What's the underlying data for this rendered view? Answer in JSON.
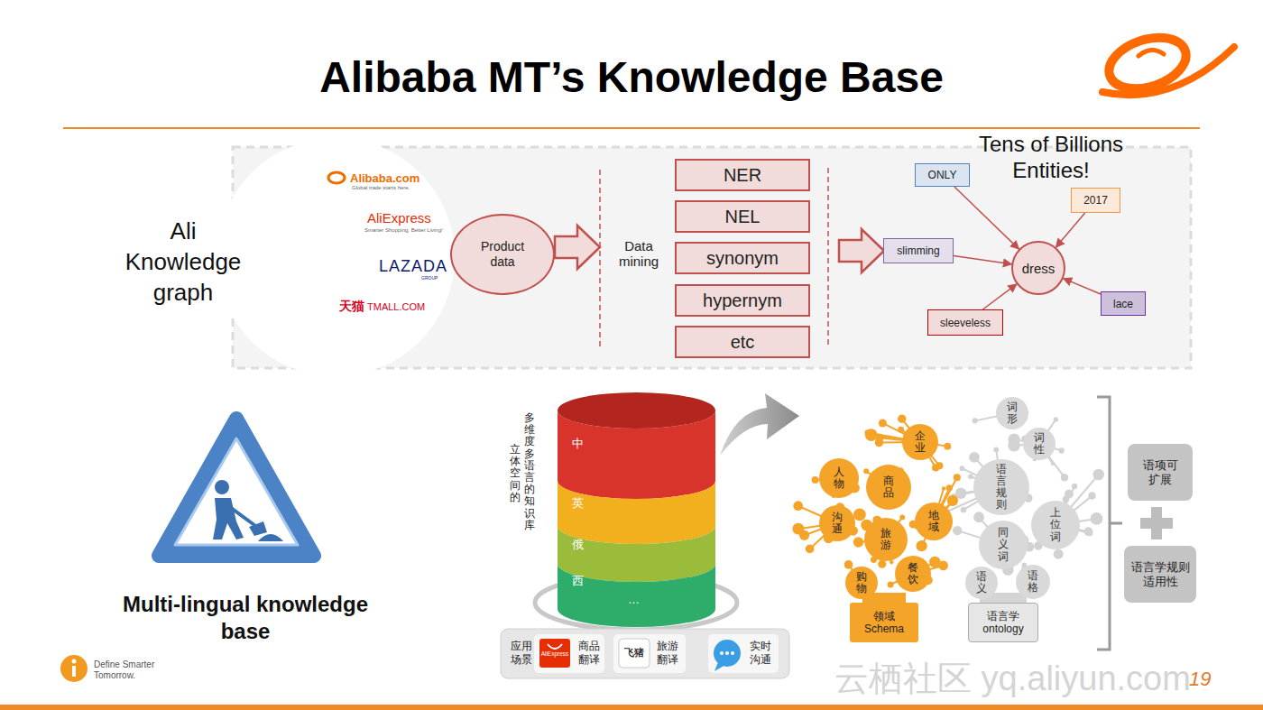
{
  "diagram": {
    "title": "Alibaba MT’s Knowledge Base",
    "nodes": [
      {
        "text": [
          "Product data"
        ]
      },
      {
        "text": [
          "NER"
        ]
      },
      {
        "text": [
          "NEL"
        ]
      },
      {
        "text": [
          "synonym"
        ]
      },
      {
        "text": [
          "hypernym"
        ]
      },
      {
        "text": [
          "etc"
        ]
      },
      {
        "text": [
          "ONLY"
        ]
      },
      {
        "text": [
          "2017"
        ]
      },
      {
        "text": [
          "slimming"
        ]
      },
      {
        "text": [
          "dress"
        ]
      },
      {
        "text": [
          "lace"
        ]
      },
      {
        "text": [
          "sleeveless"
        ]
      },
      {
        "text": [
          "中"
        ]
      },
      {
        "text": [
          "英"
        ]
      },
      {
        "text": [
          "俄"
        ]
      },
      {
        "text": [
          "西",
          "…"
        ]
      },
      {
        "text": [
          "应用场景",
          "商品翻译",
          "旅游翻译",
          "实时沟通"
        ]
      },
      {
        "text": [
          "人物"
        ]
      },
      {
        "text": [
          "商品"
        ]
      },
      {
        "text": [
          "企业"
        ]
      },
      {
        "text": [
          "沟通"
        ]
      },
      {
        "text": [
          "地域"
        ]
      },
      {
        "text": [
          "旅游"
        ]
      },
      {
        "text": [
          "餐饮"
        ]
      },
      {
        "text": [
          "购物"
        ]
      },
      {
        "text": [
          "领域 Schema"
        ]
      },
      {
        "text": [
          "词形"
        ]
      },
      {
        "text": [
          "词性"
        ]
      },
      {
        "text": [
          "语言规则"
        ]
      },
      {
        "text": [
          "上位词"
        ]
      },
      {
        "text": [
          "同义词"
        ]
      },
      {
        "text": [
          "语格"
        ]
      },
      {
        "text": [
          "语义"
        ]
      },
      {
        "text": [
          "语言学 ontology"
        ]
      },
      {
        "text": [
          "语项可扩展"
        ]
      },
      {
        "text": [
          "语言学规则适用性"
        ]
      }
    ],
    "edges": [
      {
        "from": 6,
        "to": 9,
        "arrow": "to"
      },
      {
        "from": 7,
        "to": 9,
        "arrow": "to"
      },
      {
        "from": 8,
        "to": 9,
        "arrow": "to"
      },
      {
        "from": 10,
        "to": 9,
        "arrow": "to"
      },
      {
        "from": 11,
        "to": 9,
        "arrow": "to"
      }
    ],
    "labels": [
      "Ali Knowledge graph",
      "Alibaba.com",
      "Global trade starts here.",
      "AliExpress",
      "Smarter Shopping, Better Living!",
      "LAZADA",
      "GROUP",
      "天猫",
      "TMALL.COM",
      "Data mining",
      "Tens of Billions Entities!",
      "Multi-lingual knowledge base",
      "多维度多语言的知识库",
      "立体空间的",
      "AliExpress",
      "飞猪",
      "Define Smarter Tomorrow.",
      "云栖社区 yq.aliyun.com",
      "19"
    ]
  }
}
